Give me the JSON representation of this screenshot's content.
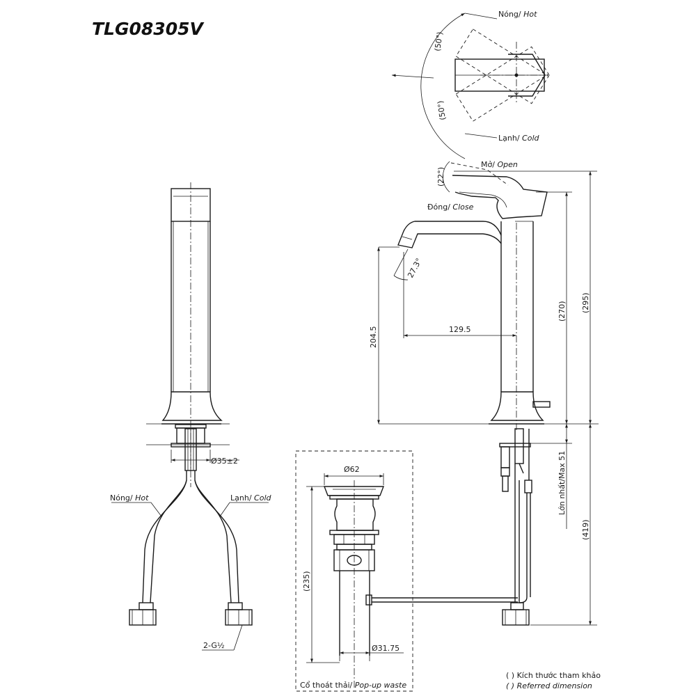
{
  "title": "TLG08305V",
  "labels": {
    "hot_vi": "Nóng/",
    "hot_en": "Hot",
    "cold_vi": "Lạnh/",
    "cold_en": "Cold",
    "open_vi": "Mở/",
    "open_en": "Open",
    "close_vi": "Đóng/",
    "close_en": "Close",
    "popup_vi": "Cổ thoát thải/",
    "popup_en": "Pop-up waste",
    "max_label": "Lớn nhất/Max 51",
    "thread": "2-G½"
  },
  "angles": {
    "handle_top": "(50°)",
    "handle_bottom": "(50°)",
    "lever": "(22°)",
    "spout": "27.3°"
  },
  "dimensions": {
    "d35": "Ø35±2",
    "d62": "Ø62",
    "d31": "Ø31.75",
    "h235": "(235)",
    "h204": "204.5",
    "w129": "129.5",
    "h270": "(270)",
    "h295": "(295)",
    "h419": "(419)"
  },
  "legend": {
    "line1": "( ) Kích thước tham khảo",
    "line2": "( ) Referred dimension"
  }
}
